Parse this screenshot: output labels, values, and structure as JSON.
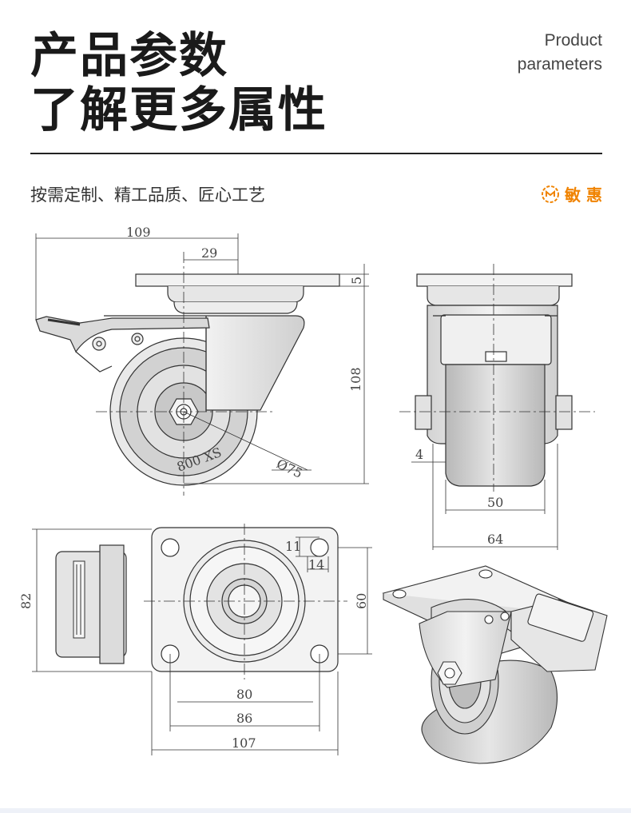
{
  "header": {
    "title_line1": "产品参数",
    "title_line2": "了解更多属性",
    "en_line1": "Product",
    "en_line2": "parameters"
  },
  "subtitle": "按需定制、精工品质、匠心工艺",
  "brand": {
    "name": "敏 惠",
    "color": "#f08300",
    "icon": "brand-logo-icon"
  },
  "dimensions": {
    "side_width_total": "109",
    "side_offset": "29",
    "plate_thickness": "5",
    "total_height": "108",
    "wheel_diameter": "Ø75",
    "front_wheel_gap": "4",
    "wheel_width": "50",
    "bracket_width": "64",
    "hole_dia_a": "11",
    "hole_dia_b": "14",
    "depth_total": "82",
    "plate_depth": "60",
    "hole_spacing": "80",
    "hole_outer": "86",
    "plate_length": "107"
  },
  "wheel_marking": "800 XS"
}
